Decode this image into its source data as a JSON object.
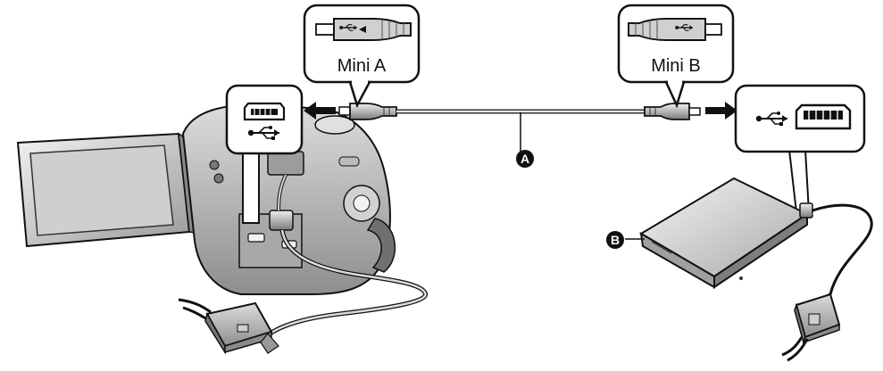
{
  "callouts": {
    "mini_a": {
      "label": "Mini A"
    },
    "mini_b": {
      "label": "Mini B"
    }
  },
  "markers": {
    "cable": {
      "letter": "A"
    },
    "drive": {
      "letter": "B"
    }
  },
  "icons": [
    "usb-icon",
    "mini-usb-port-icon",
    "arrow-left-icon",
    "arrow-right-icon",
    "usb-plug-icon"
  ],
  "colors": {
    "outline": "#111111",
    "fill_light": "#e6e6e6",
    "fill_mid": "#bdbdbd",
    "fill_dark": "#6f6f6f"
  }
}
